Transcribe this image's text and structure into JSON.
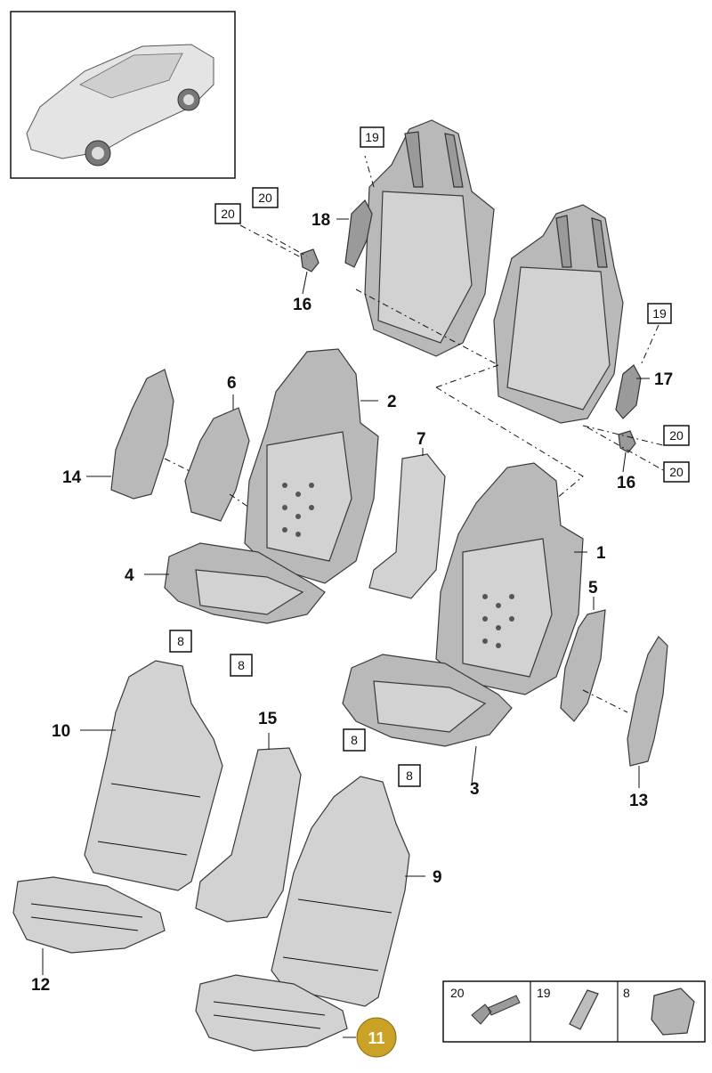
{
  "callouts": {
    "c1": "1",
    "c2": "2",
    "c3": "3",
    "c4": "4",
    "c5": "5",
    "c6": "6",
    "c7": "7",
    "c9": "9",
    "c10": "10",
    "c12": "12",
    "c13": "13",
    "c14": "14",
    "c15": "15",
    "c16a": "16",
    "c16b": "16",
    "c17": "17",
    "c18": "18"
  },
  "boxed": {
    "b19a": "19",
    "b20a": "20",
    "b20b": "20",
    "b19b": "19",
    "b20c": "20",
    "b20d": "20",
    "b8a": "8",
    "b8b": "8",
    "b8c": "8",
    "b8d": "8"
  },
  "highlight": {
    "label": "11",
    "color": "#c9a227"
  },
  "legend": {
    "items": [
      "20",
      "19",
      "8"
    ]
  }
}
